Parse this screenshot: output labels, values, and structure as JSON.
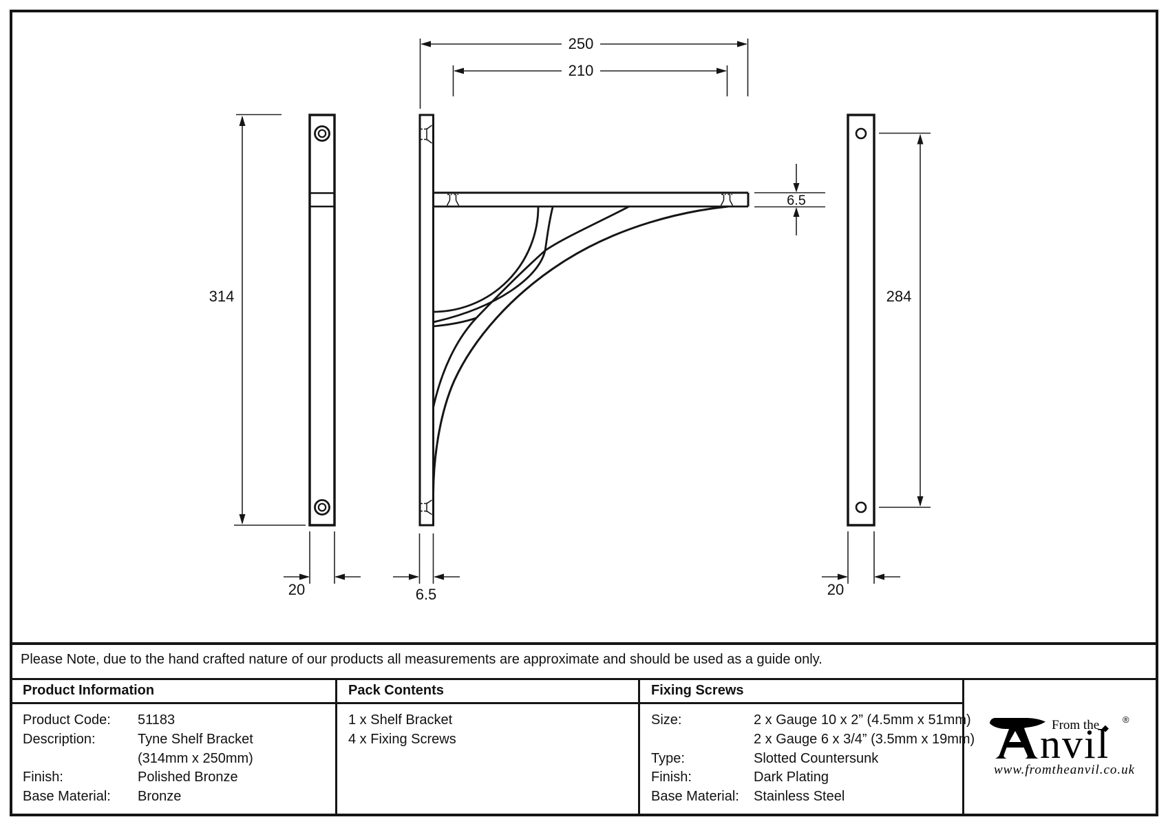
{
  "page": {
    "background": "#ffffff",
    "line_color": "#151515"
  },
  "drawing": {
    "dimensions": {
      "overall_width": "250",
      "screw_spacing_width": "210",
      "upright_height": "314",
      "plate_screw_spacing": "284",
      "arm_thickness": "6.5",
      "bottom_thickness": "6.5",
      "side_width": "20",
      "plate_width": "20"
    }
  },
  "note": {
    "text": "Please Note, due to the hand crafted nature of our products all measurements are approximate and should be used as a guide only."
  },
  "table": {
    "product_information": {
      "header": "Product Information",
      "rows": [
        {
          "label": "Product Code:",
          "value": "51183"
        },
        {
          "label": "Description:",
          "value": "Tyne Shelf Bracket"
        },
        {
          "label": "",
          "value": "(314mm x 250mm)"
        },
        {
          "label": "Finish:",
          "value": "Polished Bronze"
        },
        {
          "label": "Base Material:",
          "value": "Bronze"
        }
      ]
    },
    "pack_contents": {
      "header": "Pack Contents",
      "items": [
        "1 x Shelf Bracket",
        "4 x Fixing Screws"
      ]
    },
    "fixing_screws": {
      "header": "Fixing Screws",
      "rows": [
        {
          "label": "Size:",
          "value": "2 x Gauge 10 x 2” (4.5mm x 51mm)"
        },
        {
          "label": "",
          "value": "2 x Gauge 6 x 3/4” (3.5mm x 19mm)"
        },
        {
          "label": "Type:",
          "value": "Slotted Countersunk"
        },
        {
          "label": "Finish:",
          "value": "Dark Plating"
        },
        {
          "label": "Base Material:",
          "value": "Stainless Steel"
        }
      ]
    }
  },
  "logo": {
    "prefix": "From the",
    "diamond": "◆",
    "registered": "®",
    "name_suffix": "nvil",
    "website": "www.fromtheanvil.co.uk"
  }
}
